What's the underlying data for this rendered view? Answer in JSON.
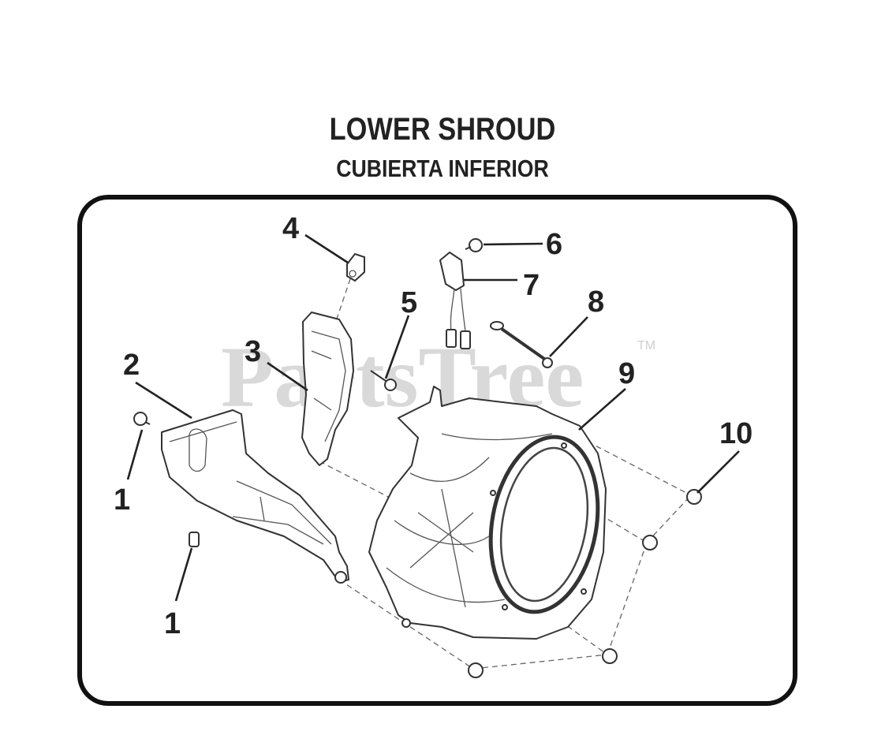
{
  "title": "LOWER SHROUD",
  "subtitle": "CUBIERTA INFERIOR",
  "watermark": "PartsTree",
  "trademark": "TM",
  "callouts": [
    {
      "id": "c1a",
      "label": "1"
    },
    {
      "id": "c1b",
      "label": "1"
    },
    {
      "id": "c2",
      "label": "2"
    },
    {
      "id": "c3",
      "label": "3"
    },
    {
      "id": "c4",
      "label": "4"
    },
    {
      "id": "c5",
      "label": "5"
    },
    {
      "id": "c6",
      "label": "6"
    },
    {
      "id": "c7",
      "label": "7"
    },
    {
      "id": "c8",
      "label": "8"
    },
    {
      "id": "c9",
      "label": "9"
    },
    {
      "id": "c10",
      "label": "10"
    }
  ],
  "colors": {
    "ink": "#222222",
    "frame": "#111111",
    "watermark": "#d9d9d9"
  }
}
